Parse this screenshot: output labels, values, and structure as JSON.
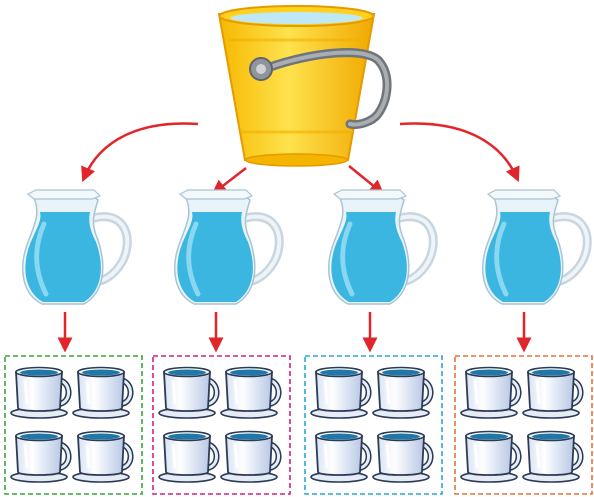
{
  "diagram": {
    "source": {
      "icon": "bucket-icon",
      "count": 1
    },
    "pitchers": {
      "icon": "pitcher-icon",
      "count": 4
    },
    "cups": {
      "icon": "cup-icon",
      "per_group": 4
    },
    "groups": [
      {
        "border_color": "#3aa33a"
      },
      {
        "border_color": "#d4207e"
      },
      {
        "border_color": "#2aa7d8"
      },
      {
        "border_color": "#e8703a"
      }
    ],
    "colors": {
      "arrow": "#e0262b",
      "water": "#3bb6e0",
      "bucket": "#f7c600",
      "handle": "#8f959b"
    }
  }
}
